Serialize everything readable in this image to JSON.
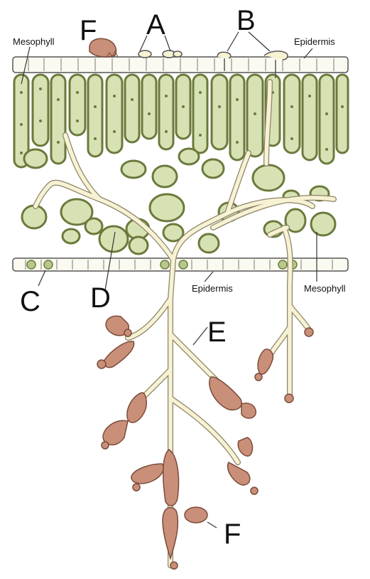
{
  "labels": {
    "tissue": {
      "mesophyll_top": "Mesophyll",
      "epidermis_top": "Epidermis",
      "epidermis_bottom": "Epidermis",
      "mesophyll_bottom": "Mesophyll"
    },
    "letters": {
      "a": "A",
      "b": "B",
      "c": "C",
      "d": "D",
      "e": "E",
      "f_top": "F",
      "f_bottom": "F"
    }
  },
  "colors": {
    "cell_fill": "#d7e2b4",
    "cell_outline": "#6b7a3c",
    "hypha": "#f7f2d4",
    "hypha_outline": "#8c8466",
    "spore": "#c98f78",
    "spore_outline": "#7a4b3a",
    "epidermis_fill": "#fbfaf1"
  }
}
